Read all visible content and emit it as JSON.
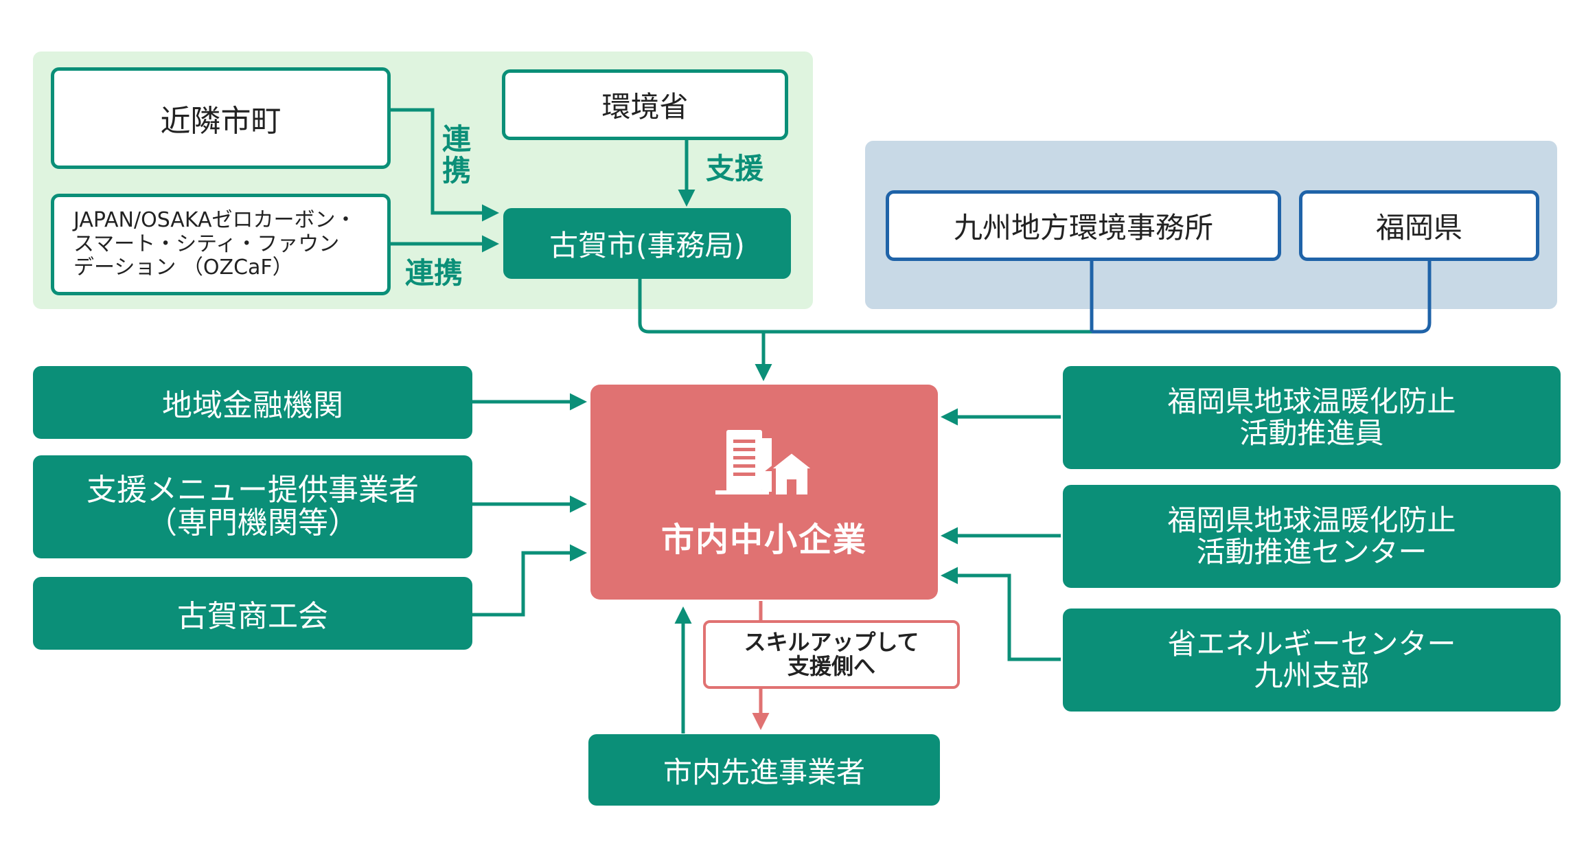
{
  "regions": {
    "koga_group": "",
    "kyushu_group": ""
  },
  "nodes": {
    "kinrin": "近隣市町",
    "kankyosho": "環境省",
    "ozcaf": "JAPAN/OSAKAゼロカーボン・\nスマート・シティ・ファウン\nデーション （OZCaF）",
    "koga_city": "古賀市(事務局)",
    "kyushu_office": "九州地方環境事務所",
    "fukuoka_pref": "福岡県",
    "finance": "地域金融機関",
    "support_menu": "支援メニュー提供事業者\n（専門機関等）",
    "chamber": "古賀商工会",
    "center": "市内中小企業",
    "promoter": "福岡県地球温暖化防止\n活動推進員",
    "promo_center": "福岡県地球温暖化防止\n活動推進センター",
    "energy_center": "省エネルギーセンター\n九州支部",
    "skillup": "スキルアップして\n支援側へ",
    "advanced": "市内先進事業者"
  },
  "edge_labels": {
    "renkei_vertical": "連\n携",
    "renkei_horizontal": "連携",
    "shien": "支援"
  },
  "colors": {
    "teal": "#0b8f78",
    "light_green_region": "#dff4df",
    "blue_region": "#c8d9e6",
    "blue": "#1f63a8",
    "pink": "#e07272"
  },
  "icons": [
    "building-icon",
    "house-icon"
  ]
}
